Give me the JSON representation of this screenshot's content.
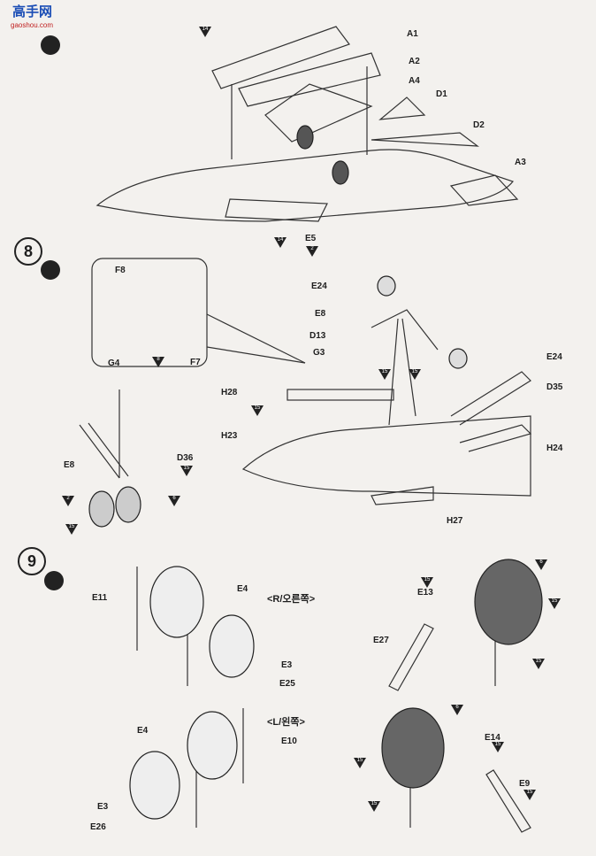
{
  "watermark": {
    "text": "高手网",
    "url": "gaoshou.com"
  },
  "steps": {
    "s8": "8",
    "s9": "9"
  },
  "step7_parts": {
    "a1": "A1",
    "a2": "A2",
    "a4": "A4",
    "d1": "D1",
    "d2": "D2",
    "a3": "A3",
    "e5": "E5",
    "paint_14": "14",
    "paint_2": "2"
  },
  "step8_parts": {
    "f8": "F8",
    "g4": "G4",
    "f7": "F7",
    "e24a": "E24",
    "e8": "E8",
    "d13": "D13",
    "g3": "G3",
    "e24b": "E24",
    "h28": "H28",
    "d35": "D35",
    "h23": "H23",
    "h24": "H24",
    "e8b": "E8",
    "d36": "D36",
    "h27": "H27"
  },
  "step9_parts": {
    "e11": "E11",
    "e4": "E4",
    "e3": "E3",
    "e25": "E25",
    "e13": "E13",
    "e27": "E27",
    "e14": "E14",
    "e9": "E9",
    "e4b": "E4",
    "e10": "E10",
    "e3b": "E3",
    "e26": "E26"
  },
  "step9_sides": {
    "right": "<R/오른쪽>",
    "left": "<L/왼쪽>"
  },
  "paint_codes": {
    "c6": "6",
    "c15": "15",
    "c2": "2",
    "c8": "8",
    "c14": "14"
  }
}
